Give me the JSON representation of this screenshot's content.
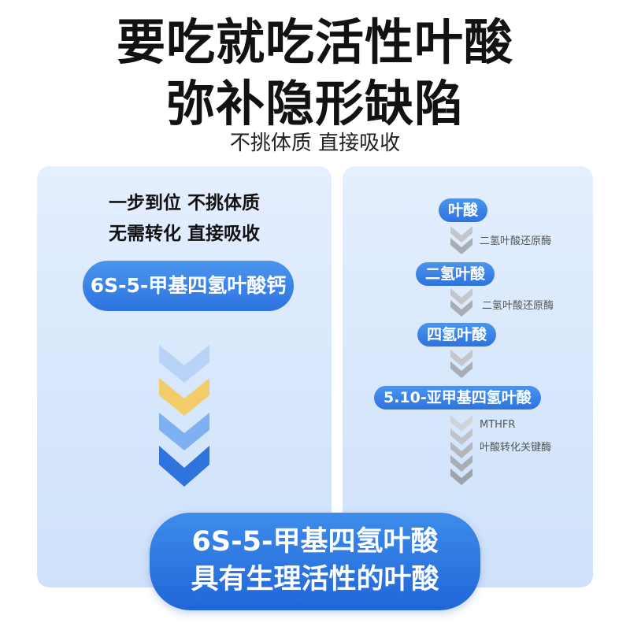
{
  "headline": {
    "line1": "要吃就吃活性叶酸",
    "line2": "弥补隐形缺陷",
    "subtitle": "不挑体质 直接吸收"
  },
  "left_panel": {
    "intro_line1": "一步到位 不挑体质",
    "intro_line2": "无需转化 直接吸收",
    "product_pill": "6S-5-甲基四氢叶酸钙",
    "arrow_colors": [
      "#b9d3f8",
      "#f3cc6a",
      "#7fb0f2",
      "#2f74de"
    ]
  },
  "right_panel": {
    "steps": [
      {
        "label": "叶酸"
      },
      {
        "label": "二氢叶酸"
      },
      {
        "label": "四氢叶酸"
      },
      {
        "label": "5.10-亚甲基四氢叶酸"
      }
    ],
    "enzymes": [
      "二氢叶酸还原酶",
      "二氢叶酸还原酶",
      "MTHFR",
      "叶酸转化关键酶"
    ],
    "arrow_color": "#a9adb4"
  },
  "bottom_pill": {
    "line1": "6S-5-甲基四氢叶酸",
    "line2": "具有生理活性的叶酸"
  },
  "colors": {
    "accent_blue": "#2c74df",
    "panel_bg": "#dbe9fc"
  }
}
